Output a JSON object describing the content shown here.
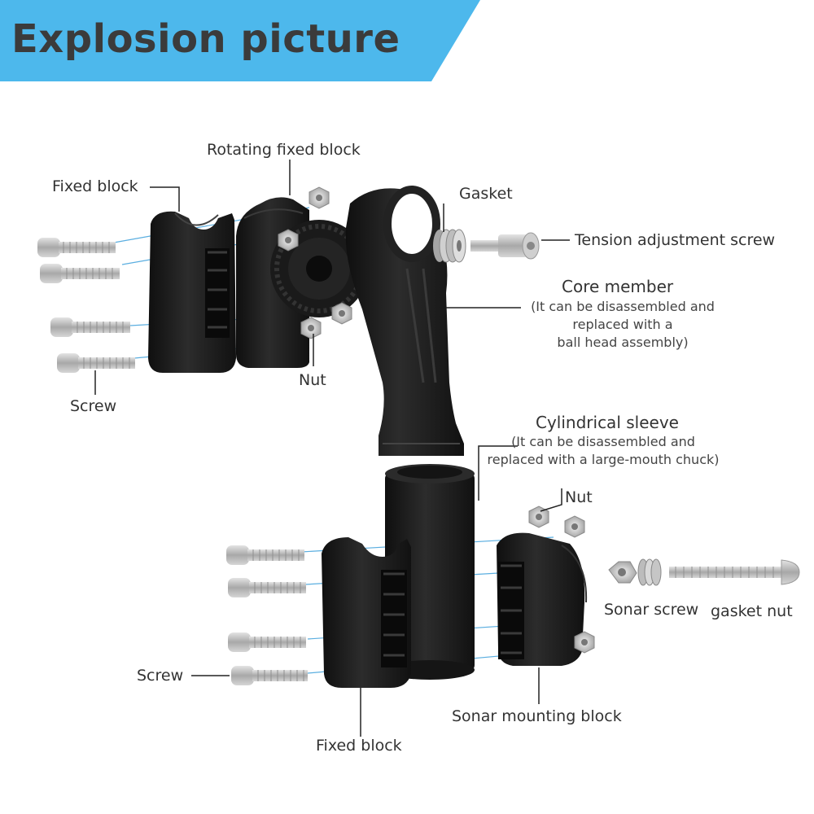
{
  "title": "Explosion picture",
  "colors": {
    "banner": "#4db8ec",
    "part": "#1c1c1c",
    "screw": "#b9b9b9",
    "leader": "#222222",
    "guide": "#5aaee0"
  },
  "labels": {
    "rotating_fixed_block": "Rotating fixed block",
    "fixed_block_top": "Fixed block",
    "gasket": "Gasket",
    "tension_adjustment_screw": "Tension adjustment screw",
    "core_member": "Core member",
    "core_member_note": [
      "(It can be disassembled and",
      "replaced with a",
      "ball head assembly)"
    ],
    "nut_top": "Nut",
    "screw_top": "Screw",
    "cylindrical_sleeve": "Cylindrical sleeve",
    "cylindrical_sleeve_note": [
      "(It can be disassembled and",
      "replaced with a large-mouth chuck)"
    ],
    "nut_bottom": "Nut",
    "sonar_screw": "Sonar screw",
    "gasket_nut": "gasket nut",
    "screw_bottom": "Screw",
    "sonar_mounting_block": "Sonar mounting block",
    "fixed_block_bottom": "Fixed block"
  }
}
